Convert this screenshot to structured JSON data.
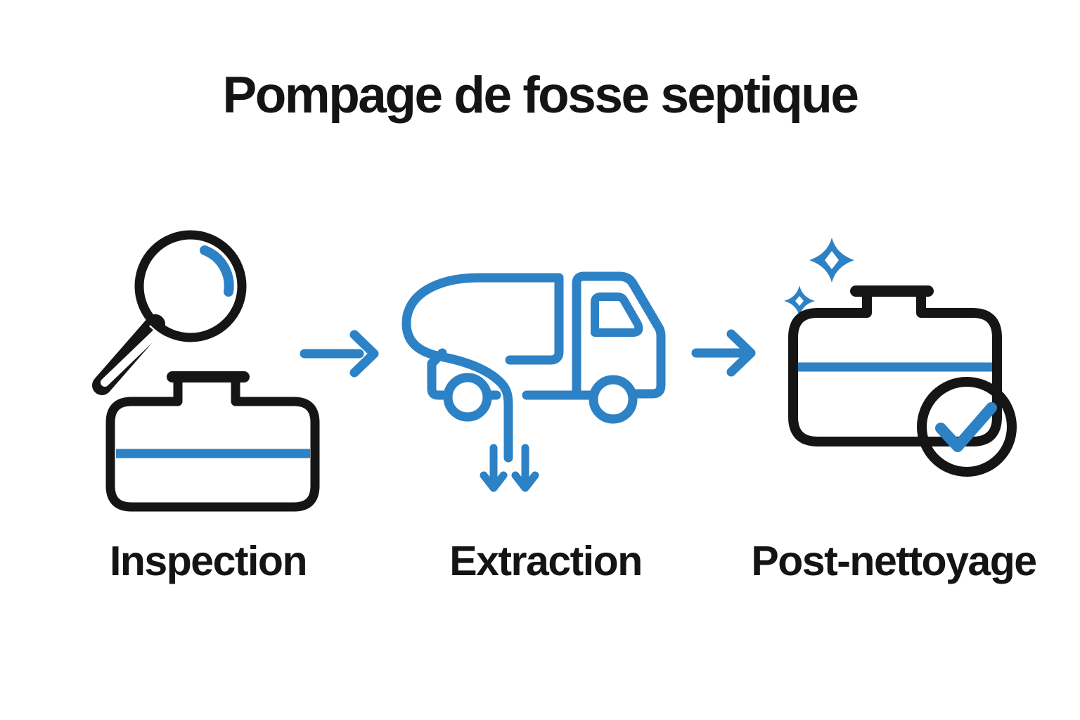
{
  "title": "Pompage de fosse septique",
  "steps": [
    {
      "label": "Inspection",
      "icon": "magnifier-septic-tank-icon"
    },
    {
      "label": "Extraction",
      "icon": "vacuum-pump-truck-icon"
    },
    {
      "label": "Post-nettoyage",
      "icon": "clean-tank-check-icon"
    }
  ],
  "connectors": [
    {
      "icon": "right-arrow-icon"
    },
    {
      "icon": "right-arrow-icon"
    }
  ],
  "colors": {
    "accent_blue": "#2d81c5",
    "ink_black": "#151515",
    "background": "#ffffff"
  }
}
